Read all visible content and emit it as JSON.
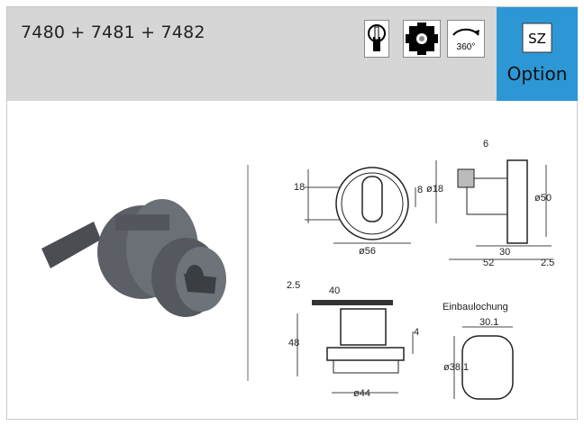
{
  "product": {
    "title": "7480 + 7481 + 7482"
  },
  "icons": [
    "key-cylinder-icon",
    "square-cam-icon",
    "rotation-360-icon"
  ],
  "icon_text": {
    "rotation": "360°"
  },
  "option": {
    "badge": "SZ",
    "label": "Option",
    "color": "#2d97d6"
  },
  "drawing": {
    "front": {
      "h1": "18",
      "h2": "8",
      "diam": "ø56"
    },
    "side": {
      "top": "6",
      "diam_small": "ø18",
      "diam_big": "ø50",
      "d30": "30",
      "d52": "52",
      "d25": "2.5"
    },
    "bottom": {
      "d25": "2.5",
      "d40": "40",
      "d48": "48",
      "d4": "4",
      "diam": "ø44"
    },
    "cutout": {
      "title": "Einbaulochung",
      "width": "30.1",
      "diam": "ø38.1"
    }
  }
}
